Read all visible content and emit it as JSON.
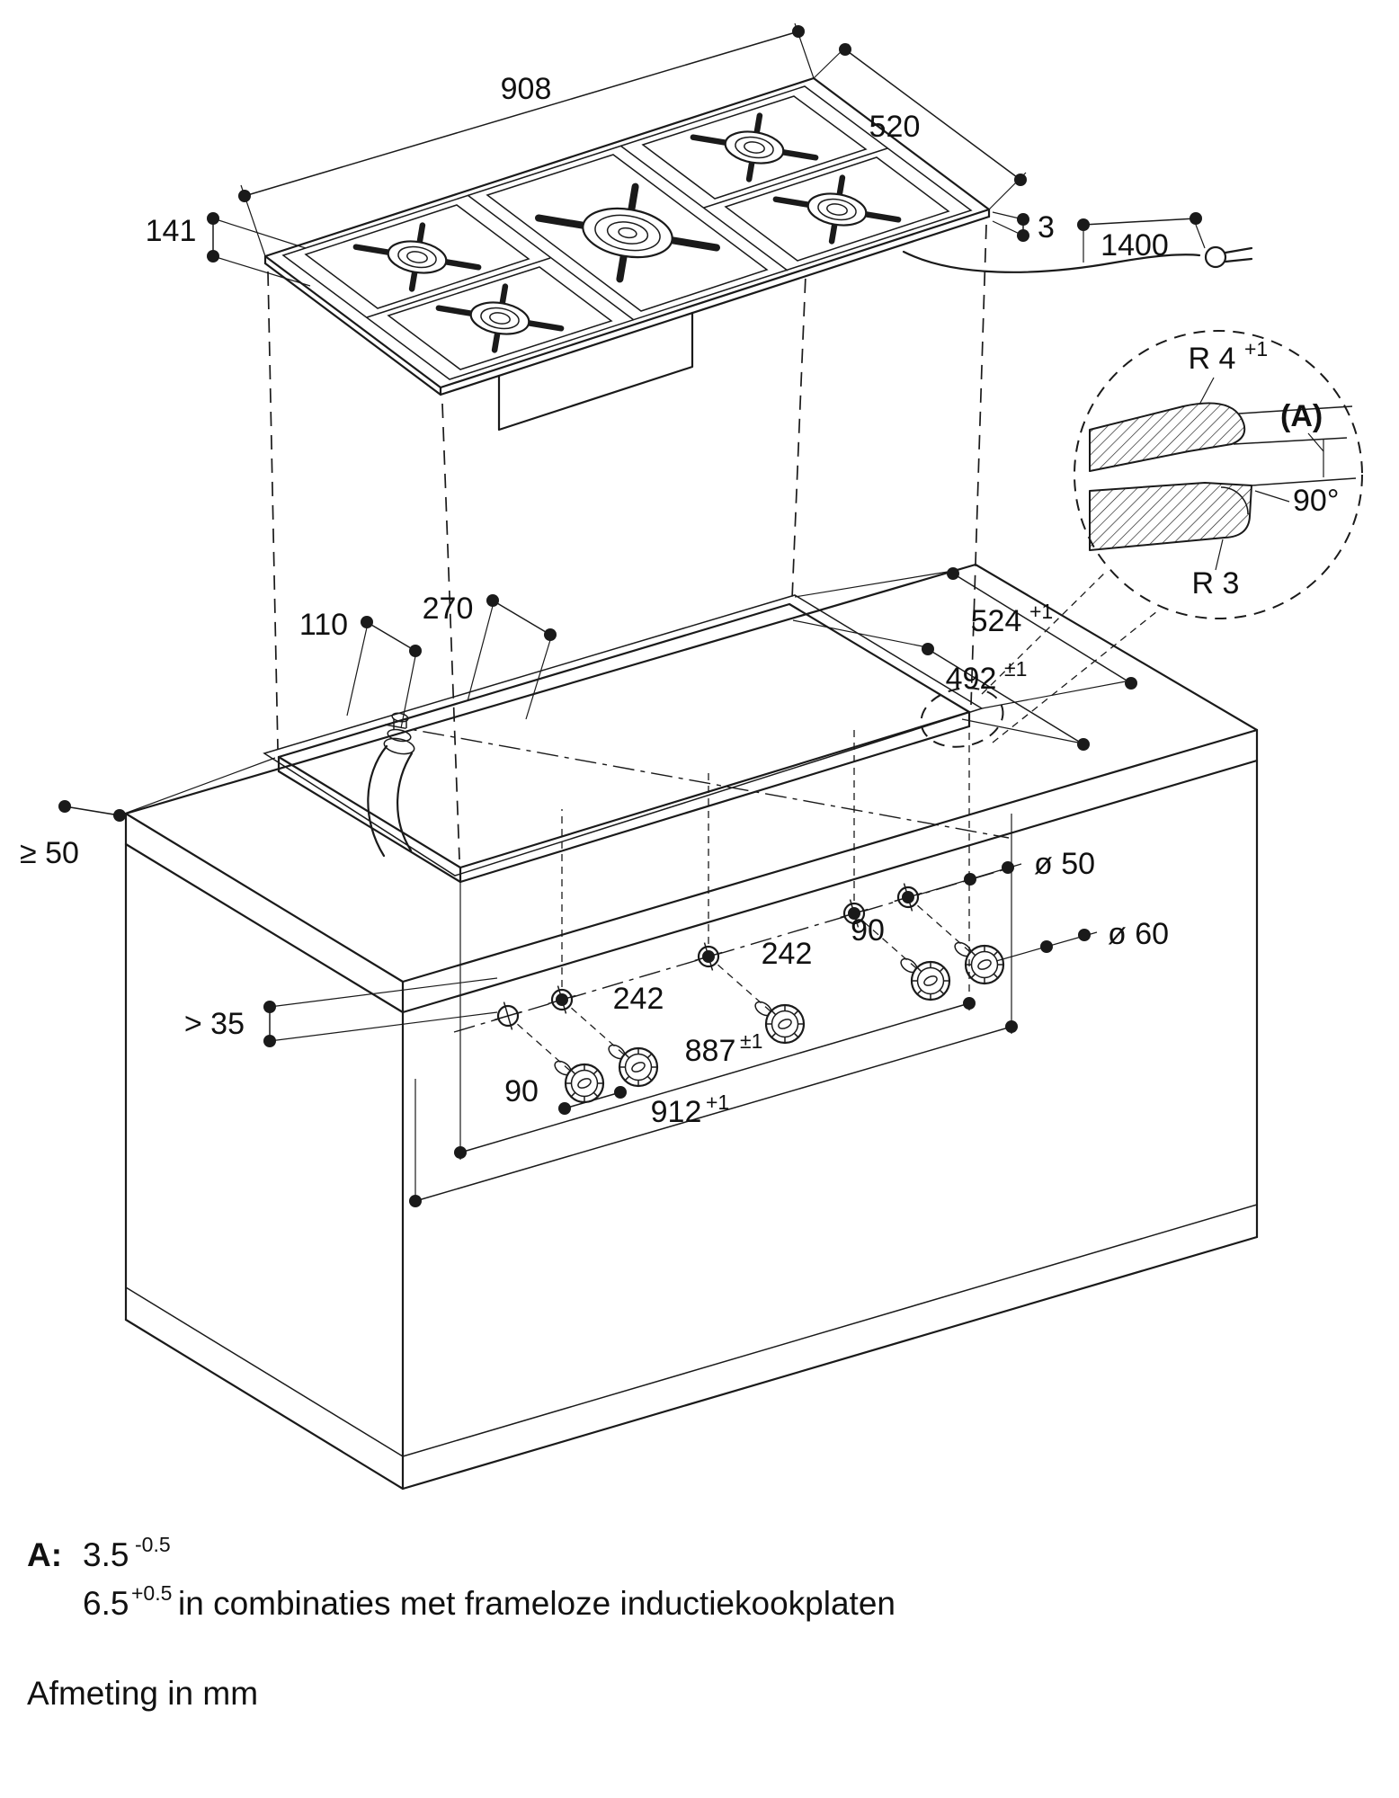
{
  "figure": {
    "type": "cookt-op installation drawing"
  },
  "cooktop_dims": {
    "width": "908",
    "depth": "520",
    "height": "141",
    "edge_thickness": "3",
    "cable_length": "1400"
  },
  "detail": {
    "radius_top": "R 4",
    "radius_top_tol": "+1",
    "gap_label": "(A)",
    "angle": "90°",
    "radius_bottom": "R 3"
  },
  "cutout_dims": {
    "hose_offset": "110",
    "hose_offset2": "270",
    "outer_depth": "524",
    "outer_depth_tol": "+1",
    "inner_depth": "492",
    "inner_depth_tol": "±1",
    "rear_clearance": "≥ 50"
  },
  "front_dims": {
    "front_clearance": "> 35",
    "hole_diameter_small": "ø 50",
    "hole_diameter_large": "ø 60",
    "knob_gap_left": "90",
    "knob_gap_right": "90",
    "knob_pitch_left": "242",
    "knob_pitch_right": "242",
    "span_inner": "887",
    "span_inner_tol": "±1",
    "span_outer": "912",
    "span_outer_tol": "+1"
  },
  "notes": {
    "key": "A:",
    "value_metric": "3.5",
    "value_metric_tol": "-0.5",
    "value_alt": "6.5",
    "value_alt_tol": "+0.5",
    "value_alt_text": "in combinaties met frameloze inductiekookplaten",
    "footer": "Afmeting in mm"
  }
}
